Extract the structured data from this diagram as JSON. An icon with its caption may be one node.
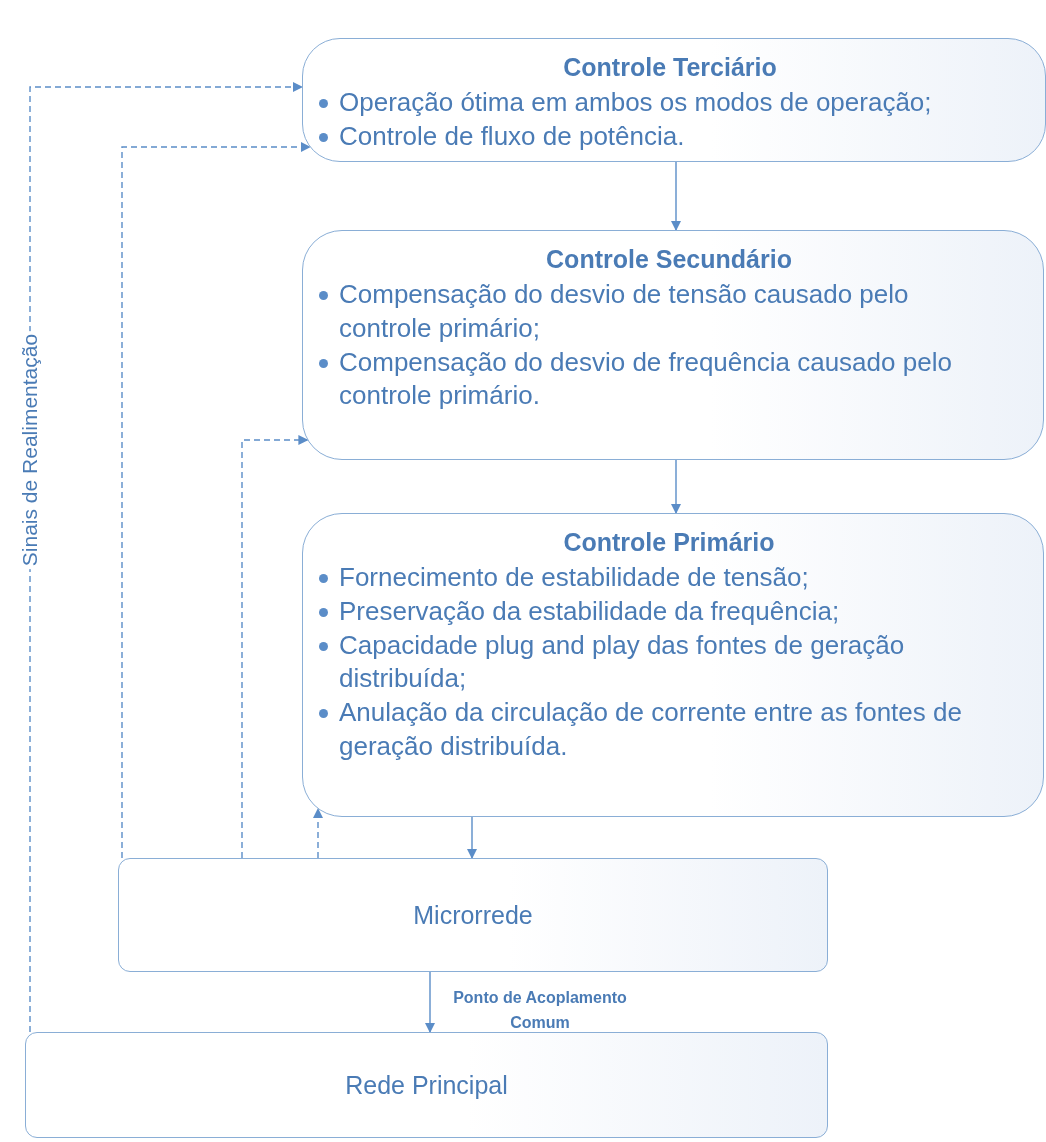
{
  "diagram": {
    "nodes": [
      {
        "text": [
          "Controle Terciário",
          "Operação ótima em ambos os modos de operação;",
          "Controle de fluxo de potência."
        ]
      },
      {
        "text": [
          "Controle Secundário",
          "Compensação do desvio de tensão causado pelo controle primário;",
          "Compensação do desvio de frequência causado pelo controle primário."
        ]
      },
      {
        "text": [
          "Controle Primário",
          "Fornecimento de estabilidade de tensão;",
          "Preservação da estabilidade da frequência;",
          "Capacidade plug and play das fontes de geração distribuída;",
          "Anulação da circulação de corrente entre as fontes de geração distribuída."
        ]
      },
      {
        "text": [
          "Microrrede"
        ]
      },
      {
        "text": [
          "Rede Principal"
        ]
      }
    ],
    "edges": [
      {
        "from": 0,
        "to": 1,
        "arrow": "to"
      },
      {
        "from": 1,
        "to": 2,
        "arrow": "to"
      },
      {
        "from": 2,
        "to": 3,
        "arrow": "to"
      },
      {
        "from": 3,
        "to": 4,
        "arrow": "to",
        "label": "Ponto de Acoplamento Comum"
      },
      {
        "from": 3,
        "to": 2,
        "arrow": "to",
        "style": "dashed"
      },
      {
        "from": 3,
        "to": 1,
        "arrow": "to",
        "style": "dashed"
      },
      {
        "from": 3,
        "to": 0,
        "arrow": "to",
        "style": "dashed"
      },
      {
        "from": 4,
        "to": 0,
        "arrow": "to",
        "style": "dashed",
        "label": "Sinais de Realimentação"
      }
    ]
  }
}
